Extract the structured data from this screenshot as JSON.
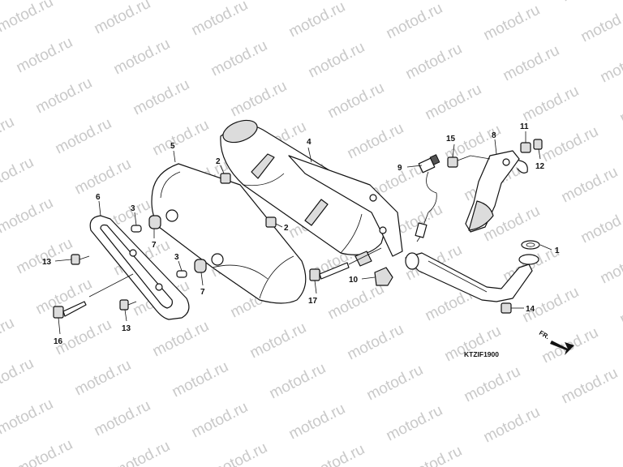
{
  "watermark": "motod.ru",
  "diagram_code": "KTZIF1900",
  "front_marker": "FR.",
  "callouts": {
    "c1": "1",
    "c2a": "2",
    "c2b": "2",
    "c3a": "3",
    "c3b": "3",
    "c4": "4",
    "c5": "5",
    "c6": "6",
    "c7a": "7",
    "c7b": "7",
    "c8": "8",
    "c9": "9",
    "c10": "10",
    "c11": "11",
    "c12": "12",
    "c13a": "13",
    "c13b": "13",
    "c14": "14",
    "c15": "15",
    "c16": "16",
    "c17": "17"
  }
}
